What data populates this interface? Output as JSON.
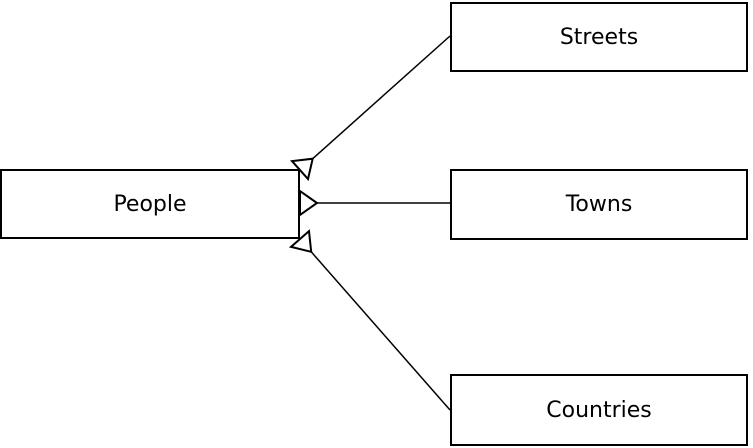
{
  "diagram": {
    "nodes": {
      "people": {
        "label": "People"
      },
      "streets": {
        "label": "Streets"
      },
      "towns": {
        "label": "Towns"
      },
      "countries": {
        "label": "Countries"
      }
    },
    "edges": [
      {
        "from": "People",
        "to": "Streets",
        "arrowhead": "hollow-triangle",
        "arrowhead_at": "People"
      },
      {
        "from": "People",
        "to": "Towns",
        "arrowhead": "hollow-triangle",
        "arrowhead_at": "People"
      },
      {
        "from": "People",
        "to": "Countries",
        "arrowhead": "hollow-triangle",
        "arrowhead_at": "People"
      }
    ],
    "colors": {
      "stroke": "#000000",
      "node_fill": "#ffffff",
      "text": "#000000",
      "background": "#ffffff"
    }
  }
}
